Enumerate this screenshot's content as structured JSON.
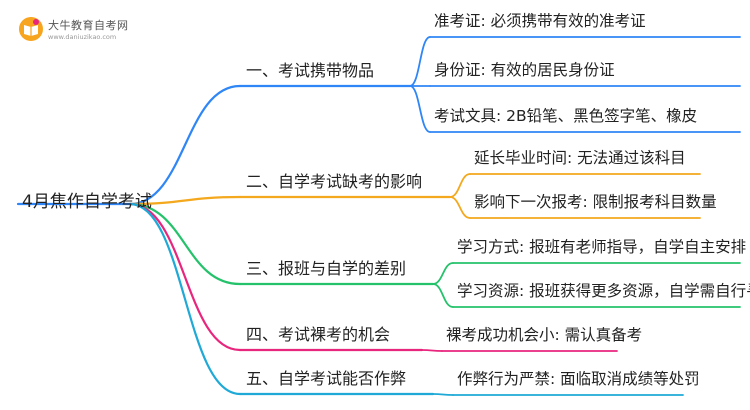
{
  "logo": {
    "title": "大牛教育自考网",
    "url": "www.daniuzikao.com"
  },
  "mindmap": {
    "root": "4月焦作自学考试",
    "branches": [
      {
        "label": "一、考试携带物品",
        "color": "#2f86f6",
        "leaves": [
          "准考证: 必须携带有效的准考证",
          "身份证: 有效的居民身份证",
          "考试文具: 2B铅笔、黑色签字笔、橡皮"
        ]
      },
      {
        "label": "二、自学考试缺考的影响",
        "color": "#f4a81d",
        "leaves": [
          "延长毕业时间: 无法通过该科目",
          "影响下一次报考: 限制报考科目数量"
        ]
      },
      {
        "label": "三、报班与自学的差别",
        "color": "#25c26b",
        "leaves": [
          "学习方式: 报班有老师指导，自学自主安排",
          "学习资源: 报班获得更多资源，自学需自行寻找"
        ]
      },
      {
        "label": "四、考试裸考的机会",
        "color": "#e8267e",
        "leaves": [
          "裸考成功机会小: 需认真备考"
        ]
      },
      {
        "label": "五、自学考试能否作弊",
        "color": "#1fa9d6",
        "leaves": [
          "作弊行为严禁: 面临取消成绩等处罚"
        ]
      }
    ]
  }
}
